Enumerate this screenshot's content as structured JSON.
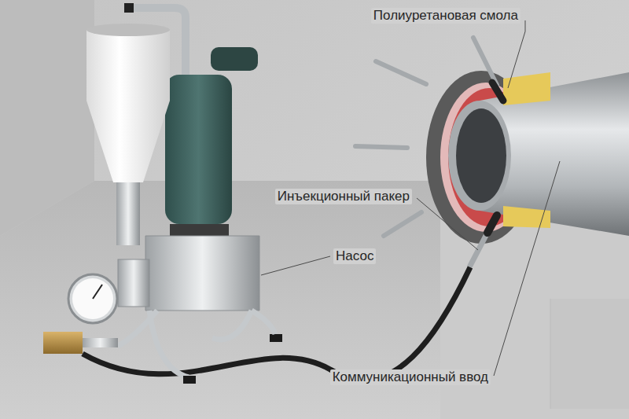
{
  "diagram": {
    "labels": [
      "Полиуретановая смола",
      "Инъекционный пакер",
      "Насос",
      "Коммуникационный ввод"
    ]
  }
}
